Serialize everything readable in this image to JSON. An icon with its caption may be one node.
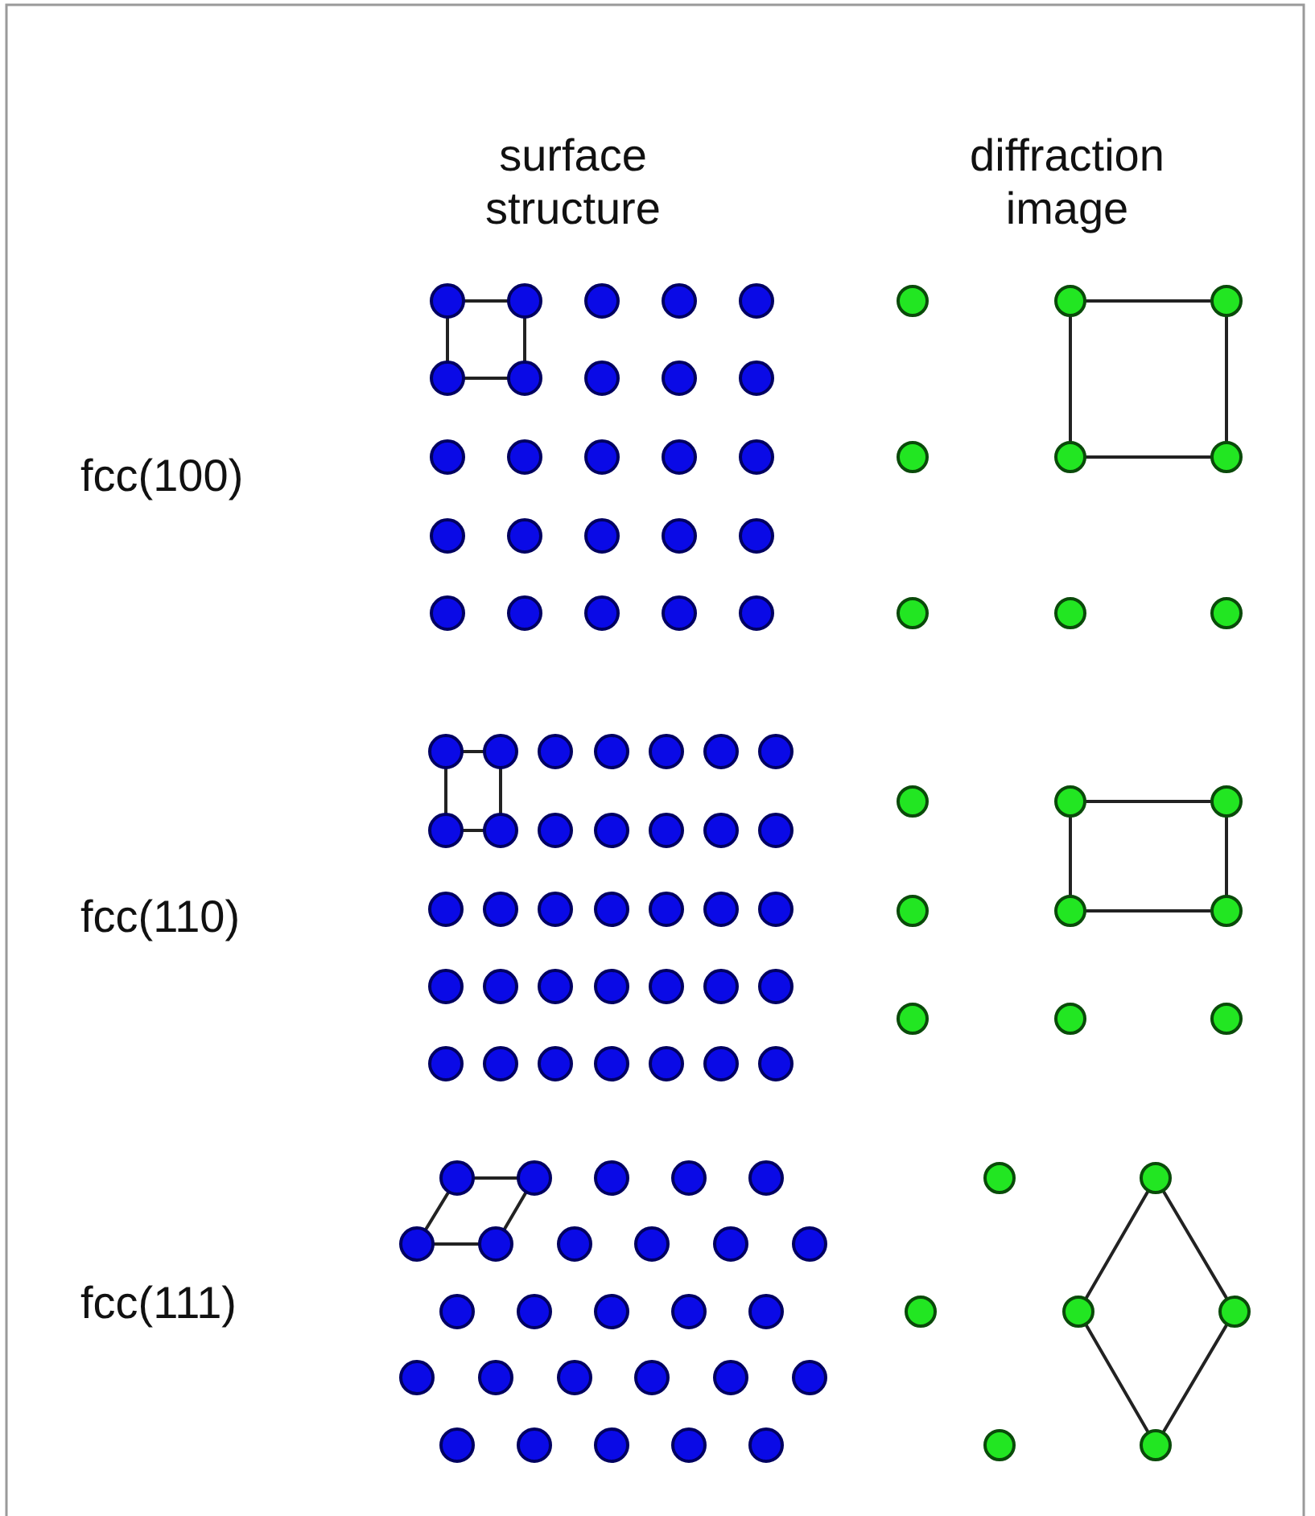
{
  "diagram": {
    "labels": [
      "surface structure",
      "diffraction image",
      "fcc(100)",
      "fcc(110)",
      "fcc(111)"
    ]
  }
}
